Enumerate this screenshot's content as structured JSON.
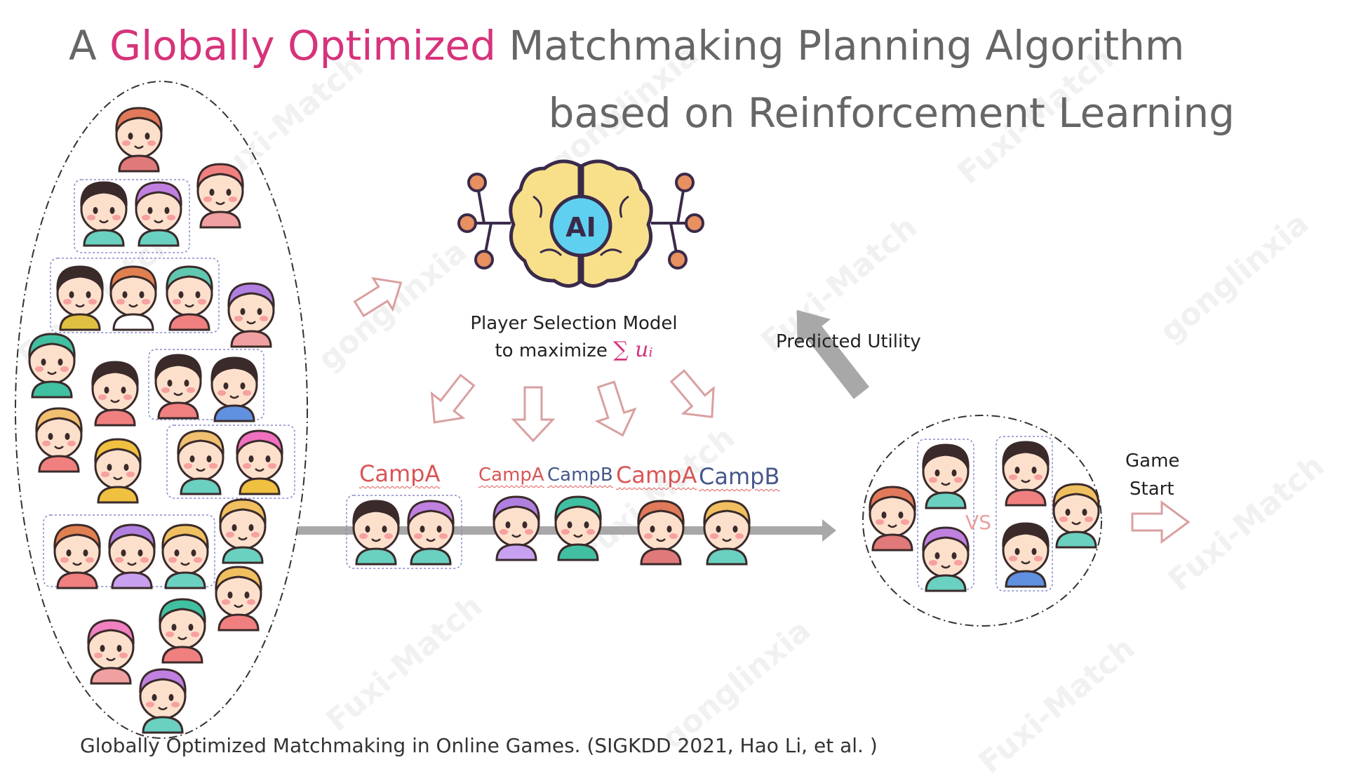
{
  "title": {
    "prefix": "A ",
    "highlight": "Globally Optimized",
    "suffix": " Matchmaking Planning Algorithm",
    "line2": "based on Reinforcement Learning"
  },
  "model": {
    "ai_label": "AI",
    "line1": "Player Selection Model",
    "line2_prefix": "to maximize ",
    "formula": "∑ uᵢ"
  },
  "predicted_utility": "Predicted Utility",
  "camps": {
    "a1": "CampA",
    "a2": "CampA",
    "b1": "CampB",
    "a3": "CampA",
    "b2": "CampB"
  },
  "vs": "VS",
  "game_start": {
    "line1": "Game",
    "line2": "Start"
  },
  "citation": "Globally Optimized Matchmaking in Online Games. (SIGKDD 2021, Hao Li, et al. )",
  "watermarks": [
    "Fuxi-Match",
    "gonglinxia"
  ],
  "colors": {
    "accent": "#d6337a",
    "title_gray": "#666666",
    "campA": "#d85555",
    "campB": "#46588a",
    "arrow_outline": "#d9a0a0",
    "gray_arrow": "#a8a8a8"
  }
}
